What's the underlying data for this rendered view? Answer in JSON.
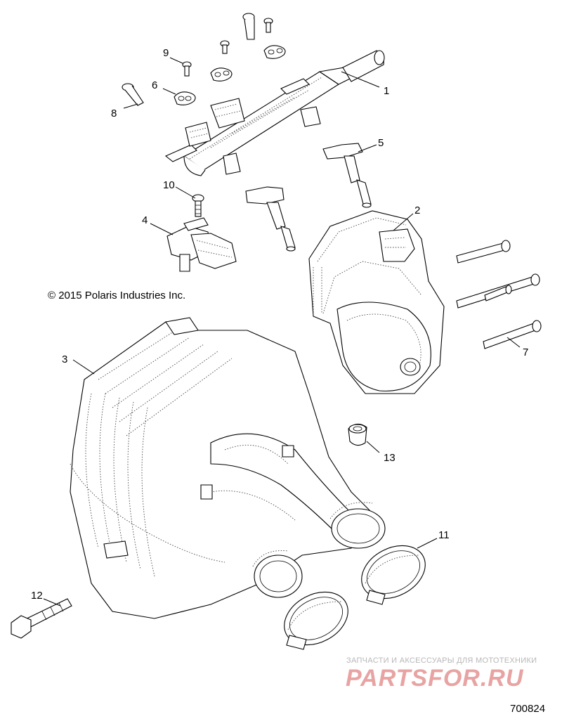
{
  "copyright": "© 2015 Polaris Industries Inc.",
  "figure_number": "700824",
  "watermark": {
    "tagline": "ЗАПЧАСТИ И АКСЕССУАРЫ ДЛЯ МОТОТЕХНИКИ",
    "logo": "PARTSFOR.RU"
  },
  "callouts": [
    {
      "id": "c1",
      "label": "1"
    },
    {
      "id": "c2",
      "label": "2"
    },
    {
      "id": "c3",
      "label": "3"
    },
    {
      "id": "c4",
      "label": "4"
    },
    {
      "id": "c5",
      "label": "5"
    },
    {
      "id": "c6",
      "label": "6"
    },
    {
      "id": "c7",
      "label": "7"
    },
    {
      "id": "c8",
      "label": "8"
    },
    {
      "id": "c9",
      "label": "9"
    },
    {
      "id": "c10",
      "label": "10"
    },
    {
      "id": "c11",
      "label": "11"
    },
    {
      "id": "c12",
      "label": "12"
    },
    {
      "id": "c13",
      "label": "13"
    }
  ]
}
